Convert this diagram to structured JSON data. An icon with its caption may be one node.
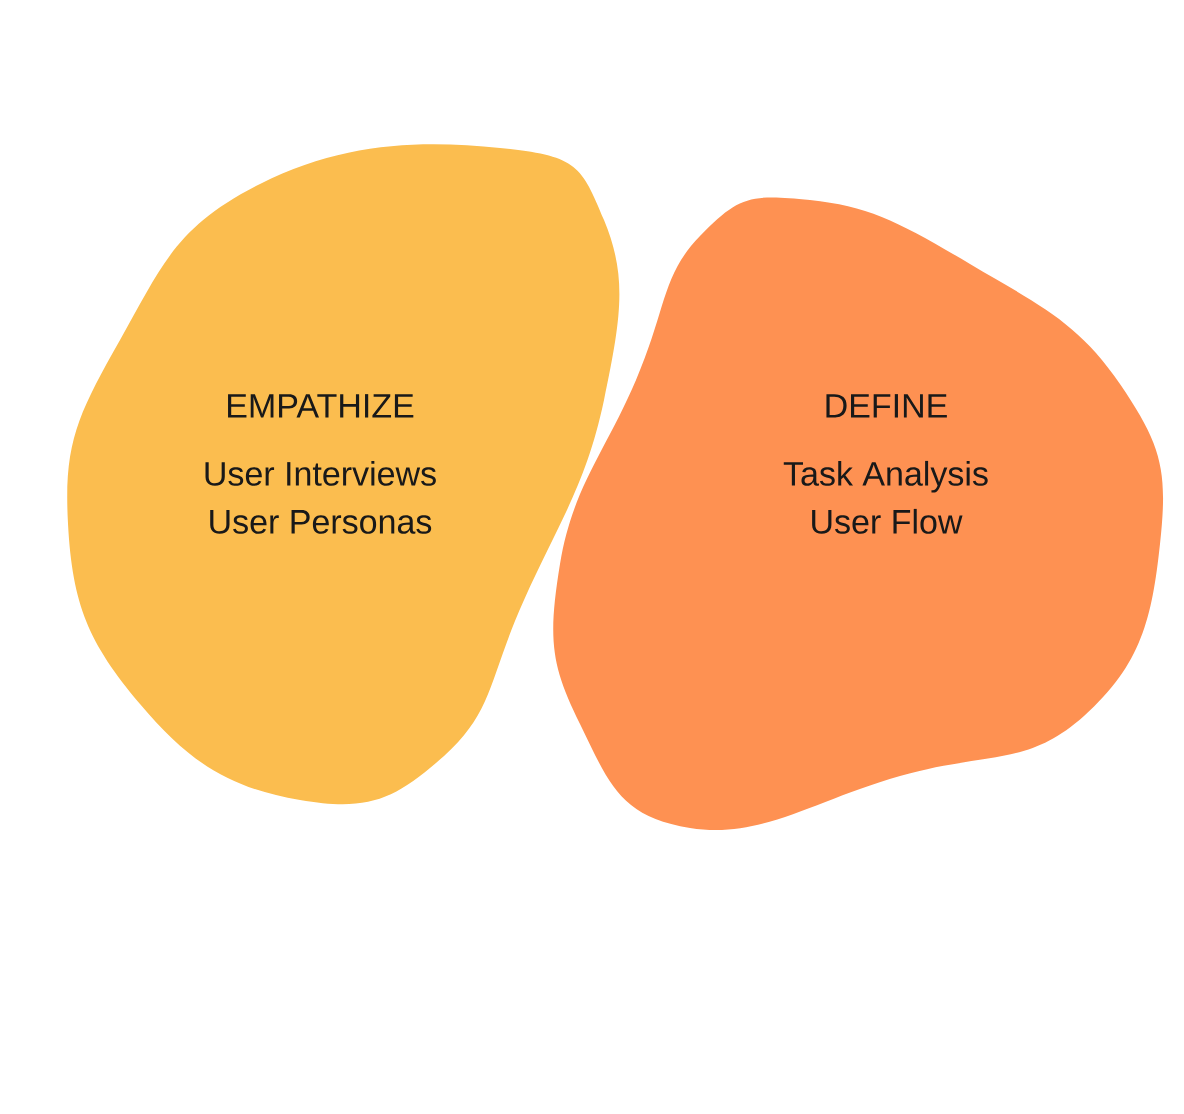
{
  "diagram": {
    "nodes": [
      {
        "text": [
          "EMPATHIZE",
          "User Interviews",
          "User Personas"
        ]
      },
      {
        "text": [
          "DEFINE",
          "Task Analysis",
          "User Flow"
        ]
      }
    ]
  }
}
